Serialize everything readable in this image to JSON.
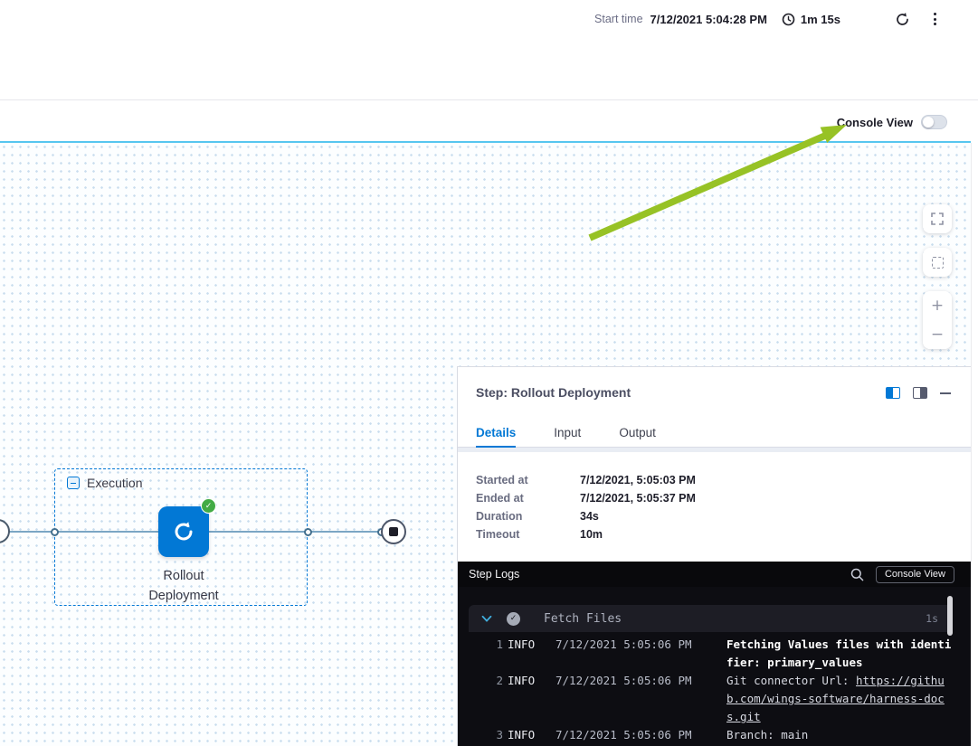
{
  "top_bar": {
    "start_time_label": "Start time",
    "start_time_value": "7/12/2021 5:04:28 PM",
    "duration_value": "1m 15s"
  },
  "toolbar": {
    "console_view_label": "Console View"
  },
  "canvas": {
    "group_label": "Execution",
    "node_label_line1": "Rollout",
    "node_label_line2": "Deployment",
    "zoom_controls": [
      "fullscreen-icon",
      "fit-to-screen-icon",
      "zoom-in-icon",
      "zoom-out-icon"
    ]
  },
  "step_panel": {
    "title": "Step: Rollout Deployment",
    "tabs": [
      {
        "label": "Details"
      },
      {
        "label": "Input"
      },
      {
        "label": "Output"
      }
    ],
    "details": {
      "rows": [
        {
          "label": "Started at",
          "value": "7/12/2021, 5:05:03 PM"
        },
        {
          "label": "Ended at",
          "value": "7/12/2021, 5:05:37 PM"
        },
        {
          "label": "Duration",
          "value": "34s"
        },
        {
          "label": "Timeout",
          "value": "10m"
        }
      ]
    }
  },
  "logs": {
    "header_title": "Step Logs",
    "console_view_button": "Console View",
    "section_title": "Fetch Files",
    "section_duration": "1s",
    "lines": [
      {
        "num": "1",
        "level": "INFO",
        "time": "7/12/2021 5:05:06 PM",
        "message": "Fetching Values files with identifier: primary_values"
      },
      {
        "num": "2",
        "level": "INFO",
        "time": "7/12/2021 5:05:06 PM",
        "message_prefix": "Git connector Url: ",
        "link_text": "https://github.com/wings-software/harness-docs.git"
      },
      {
        "num": "3",
        "level": "INFO",
        "time": "7/12/2021 5:05:06 PM",
        "message": "Branch: main"
      }
    ]
  },
  "glyphs": {
    "plus": "+",
    "minus": "−",
    "check": "✓"
  },
  "colors": {
    "accent_blue": "#0278d5",
    "success_green": "#42ab45",
    "annotation_lime": "#97c225",
    "canvas_edge_teal": "#57c6ef",
    "log_background": "#0d0d12"
  }
}
